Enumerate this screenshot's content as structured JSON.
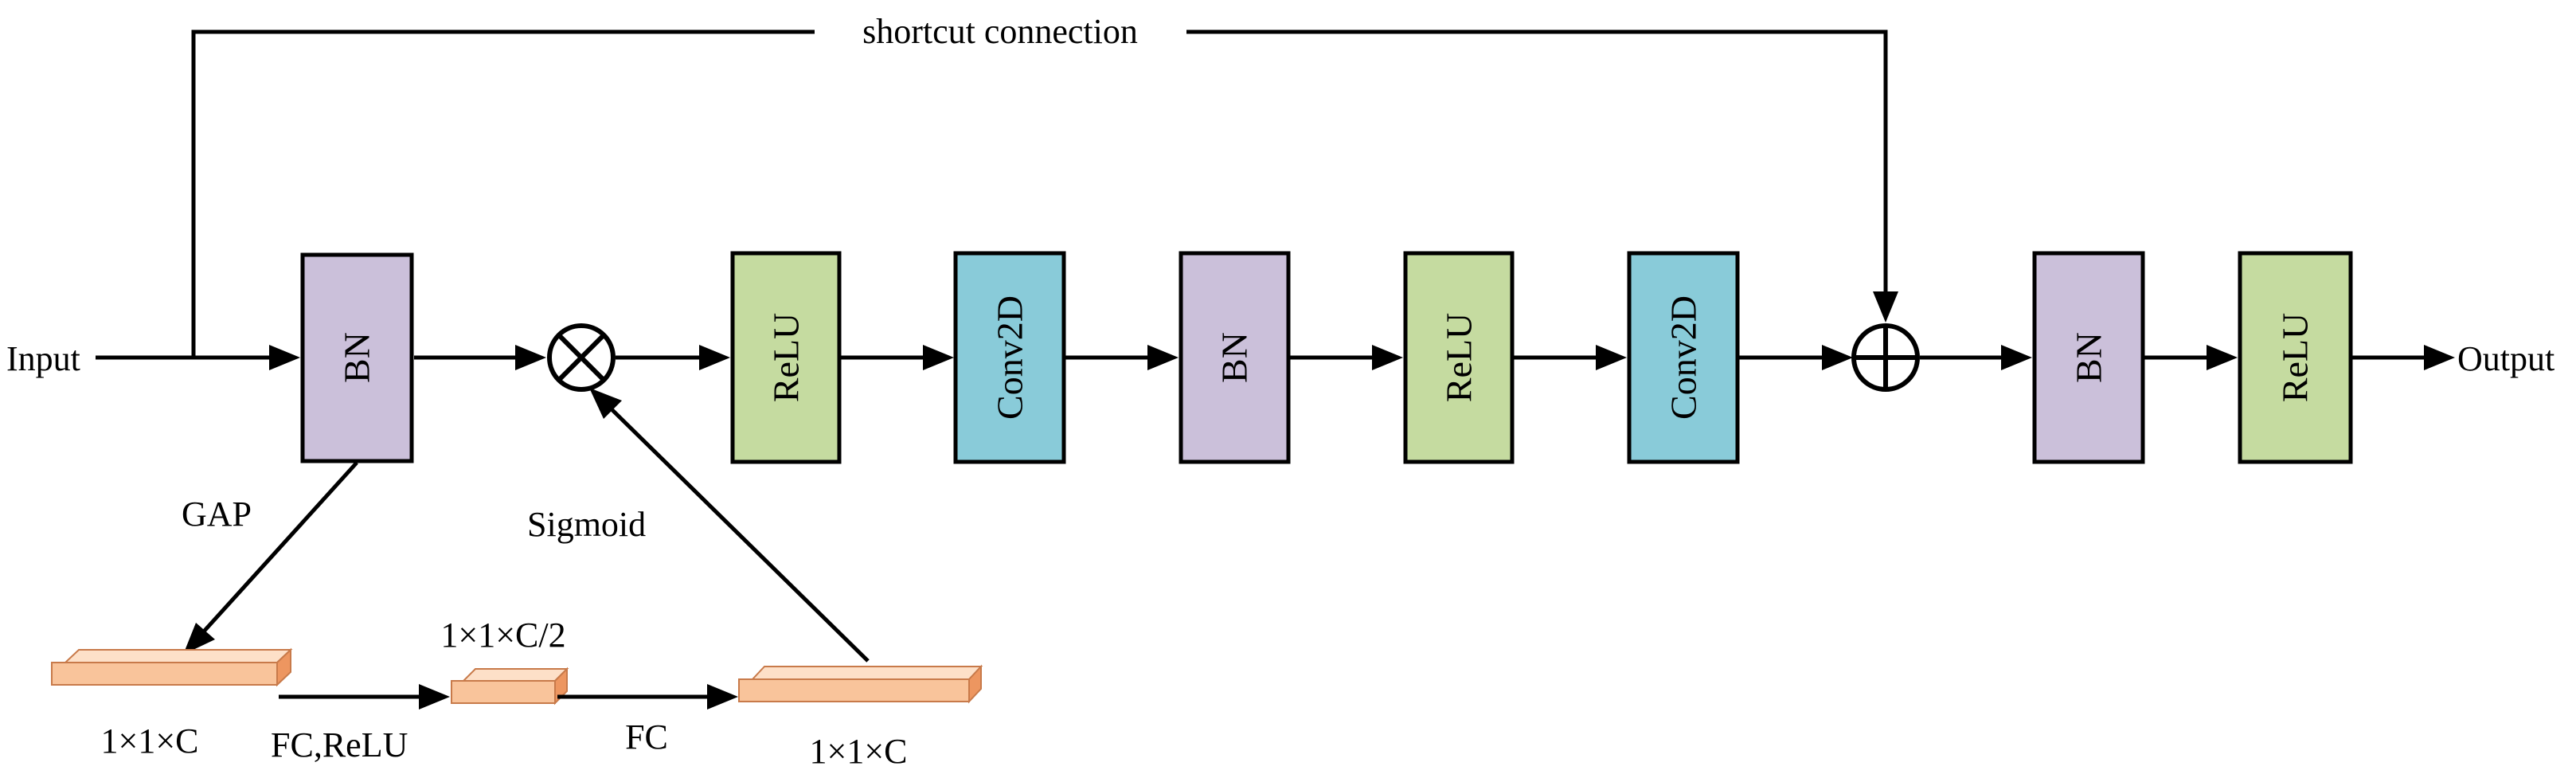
{
  "labels": {
    "shortcut": "shortcut connection",
    "input": "Input",
    "output": "Output",
    "gap": "GAP",
    "sigmoid": "Sigmoid",
    "fc_relu": "FC,ReLU",
    "fc": "FC",
    "dim1": "1×1×C",
    "dim2": "1×1×C/2",
    "dim3": "1×1×C"
  },
  "blocks": {
    "bn1": "BN",
    "relu1": "ReLU",
    "conv1": "Conv2D",
    "bn2": "BN",
    "relu2": "ReLU",
    "conv2": "Conv2D",
    "bn3": "BN",
    "relu3": "ReLU"
  },
  "colors": {
    "bn": "#cbc0da",
    "relu": "#c5dba0",
    "conv": "#89cbd9",
    "tensor_front": "#f9c49b",
    "tensor_top": "#fde0c8",
    "tensor_side": "#ed9660"
  }
}
